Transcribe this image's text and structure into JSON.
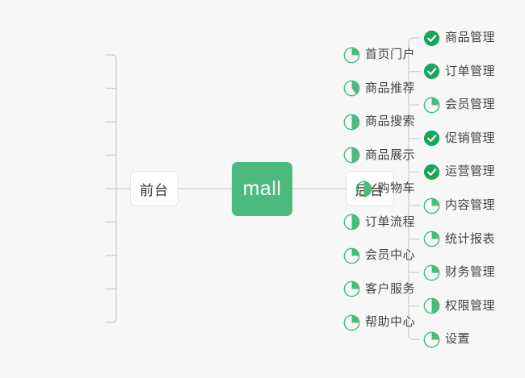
{
  "diagram": {
    "type": "mindmap",
    "background_color": "#f7f7f7",
    "accent_color": "#4cb97e",
    "done_color": "#1aa658",
    "connector_color": "#cccccc",
    "text_color": "#444444",
    "root": {
      "label": "mall"
    },
    "branches": [
      {
        "side": "left",
        "node_label": "前台",
        "items": [
          {
            "label": "首页门户",
            "icon": "pie-progress-icon",
            "progress": 25,
            "status": "in-progress"
          },
          {
            "label": "商品推荐",
            "icon": "pie-progress-icon",
            "progress": 40,
            "status": "in-progress"
          },
          {
            "label": "商品搜索",
            "icon": "pie-progress-icon",
            "progress": 50,
            "status": "in-progress"
          },
          {
            "label": "商品展示",
            "icon": "pie-progress-icon",
            "progress": 50,
            "status": "in-progress"
          },
          {
            "label": "购物车",
            "icon": "pie-progress-icon",
            "progress": 50,
            "status": "in-progress"
          },
          {
            "label": "订单流程",
            "icon": "pie-progress-icon",
            "progress": 50,
            "status": "in-progress"
          },
          {
            "label": "会员中心",
            "icon": "pie-progress-icon",
            "progress": 25,
            "status": "in-progress"
          },
          {
            "label": "客户服务",
            "icon": "pie-progress-icon",
            "progress": 25,
            "status": "in-progress"
          },
          {
            "label": "帮助中心",
            "icon": "pie-progress-icon",
            "progress": 25,
            "status": "in-progress"
          }
        ]
      },
      {
        "side": "right",
        "node_label": "后台",
        "items": [
          {
            "label": "商品管理",
            "icon": "check-circle-icon",
            "progress": 100,
            "status": "done"
          },
          {
            "label": "订单管理",
            "icon": "check-circle-icon",
            "progress": 100,
            "status": "done"
          },
          {
            "label": "会员管理",
            "icon": "pie-progress-icon",
            "progress": 25,
            "status": "in-progress"
          },
          {
            "label": "促销管理",
            "icon": "check-circle-icon",
            "progress": 100,
            "status": "done"
          },
          {
            "label": "运营管理",
            "icon": "check-circle-icon",
            "progress": 100,
            "status": "done"
          },
          {
            "label": "内容管理",
            "icon": "pie-progress-icon",
            "progress": 25,
            "status": "in-progress"
          },
          {
            "label": "统计报表",
            "icon": "pie-progress-icon",
            "progress": 25,
            "status": "in-progress"
          },
          {
            "label": "财务管理",
            "icon": "pie-progress-icon",
            "progress": 25,
            "status": "in-progress"
          },
          {
            "label": "权限管理",
            "icon": "pie-progress-icon",
            "progress": 50,
            "status": "in-progress"
          },
          {
            "label": "设置",
            "icon": "pie-progress-icon",
            "progress": 25,
            "status": "in-progress"
          }
        ]
      }
    ]
  }
}
